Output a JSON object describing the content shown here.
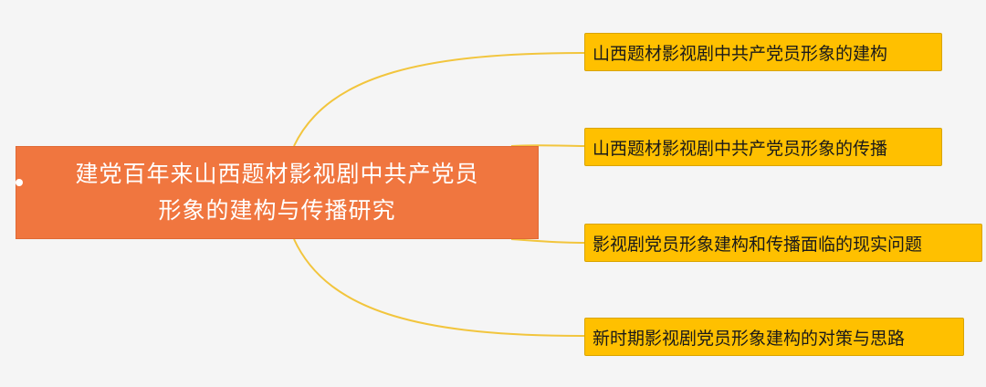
{
  "mindmap": {
    "root": {
      "title_line1": "建党百年来山西题材影视剧中共产党员",
      "title_line2": "形象的建构与传播研究"
    },
    "branches": [
      {
        "label": "山西题材影视剧中共产党员形象的建构"
      },
      {
        "label": "山西题材影视剧中共产党员形象的传播"
      },
      {
        "label": "影视剧党员形象建构和传播面临的现实问题"
      },
      {
        "label": "新时期影视剧党员形象建构的对策与思路"
      }
    ],
    "colors": {
      "background": "#f5f5f5",
      "root_fill": "#f0763f",
      "branch_fill": "#ffc000",
      "connector": "#f2c53d"
    }
  }
}
